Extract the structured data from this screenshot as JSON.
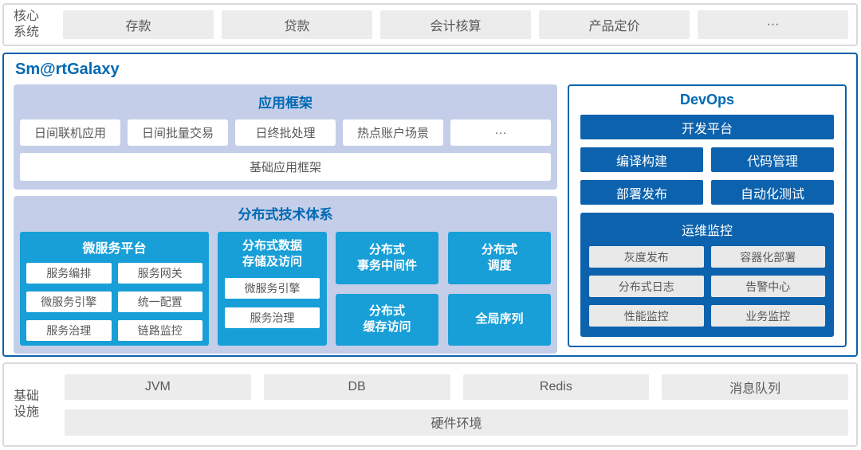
{
  "core_system": {
    "label": "核心\n系统",
    "items": [
      "存款",
      "贷款",
      "会计核算",
      "产品定价",
      "···"
    ]
  },
  "galaxy": {
    "title": "Sm@rtGalaxy",
    "app_framework": {
      "title": "应用框架",
      "items": [
        "日间联机应用",
        "日间批量交易",
        "日终批处理",
        "热点账户场景",
        "···"
      ],
      "base": "基础应用框架"
    },
    "distributed": {
      "title": "分布式技术体系",
      "microservice": {
        "title": "微服务平台",
        "items": [
          "服务编排",
          "服务网关",
          "微服务引擎",
          "统一配置",
          "服务治理",
          "链路监控"
        ]
      },
      "storage": {
        "title": "分布式数据\n存储及访问",
        "items": [
          "微服务引擎",
          "服务治理"
        ]
      },
      "cells": [
        "分布式\n事务中间件",
        "分布式\n调度",
        "分布式\n缓存访问",
        "全局序列"
      ]
    },
    "devops": {
      "title": "DevOps",
      "platform": "开发平台",
      "tools": [
        "编译构建",
        "代码管理",
        "部署发布",
        "自动化测试"
      ],
      "monitoring": {
        "title": "运维监控",
        "items": [
          "灰度发布",
          "容器化部署",
          "分布式日志",
          "告警中心",
          "性能监控",
          "业务监控"
        ]
      }
    }
  },
  "infrastructure": {
    "label": "基础\n设施",
    "items": [
      "JVM",
      "DB",
      "Redis",
      "消息队列"
    ],
    "hardware": "硬件环境"
  }
}
